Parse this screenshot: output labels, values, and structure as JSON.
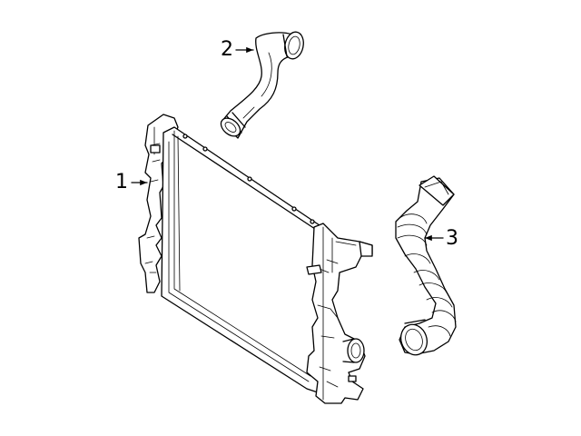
{
  "callouts": {
    "c1": "1",
    "c2": "2",
    "c3": "3"
  },
  "parts": [
    {
      "callout": "1",
      "icon": "intercooler-radiator-icon"
    },
    {
      "callout": "2",
      "icon": "upper-air-hose-icon"
    },
    {
      "callout": "3",
      "icon": "lower-air-hose-icon"
    }
  ],
  "colors": {
    "line": "#000000",
    "background": "#ffffff"
  }
}
